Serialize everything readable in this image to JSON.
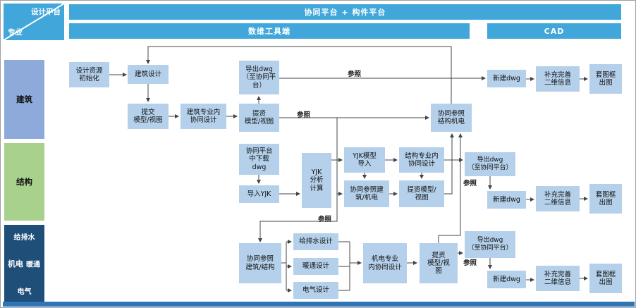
{
  "colors": {
    "header_blue": "#41A7DB",
    "box_blue": "#B4D0EA",
    "arch_rail_blue": "#8EAADB",
    "struct_rail_green": "#A9D18E",
    "mep_rail_navy": "#1F4E79",
    "footer_blue": "#2E75B6"
  },
  "header": {
    "corner_top": "设计平台",
    "corner_bottom": "专业",
    "platform_bar": "协同平台 + 构件平台",
    "tool_bar": "数维工具端",
    "cad_bar": "CAD"
  },
  "rails": {
    "arch": "建筑",
    "struct": "结构",
    "mep": {
      "label": "机电",
      "subs": [
        "给排水",
        "暖通",
        "电气"
      ]
    }
  },
  "ref_label": "参照",
  "arch": {
    "init": "设计资源\n初始化",
    "design": "建筑设计",
    "submit": "提交\n模型/视图",
    "collab": "建筑专业内\n协同设计",
    "tizi": "提资\n模型/视图",
    "export_dwg": "导出dwg\n（至协同平\n台）",
    "co_ref": "协同参照\n结构机电",
    "new_dwg": "新建dwg",
    "supplement": "补充完善\n二维信息",
    "frame_out": "套图框\n出图"
  },
  "struct": {
    "download": "协同平台\n中下载\ndwg",
    "import_yjk": "导入YJK",
    "yjk_calc": "YJK\n分析\n计算",
    "yjk_import": "YJK模型\n导入",
    "co_ref": "协同参照建\n筑/机电",
    "collab": "结构专业内\n协同设计",
    "tizi": "提资模型/\n视图",
    "export_dwg": "导出dwg\n（至协同平台）",
    "new_dwg": "新建dwg",
    "supplement": "补充完善\n二维信息",
    "frame_out": "套图框\n出图"
  },
  "mep": {
    "co_ref": "协同参照\n建筑/结构",
    "plumbing": "给排水设计",
    "hvac": "暖通设计",
    "electric": "电气设计",
    "collab": "机电专业\n内协同设计",
    "tizi": "提资\n模型/视\n图",
    "export_dwg": "导出dwg\n（至协同平台）",
    "new_dwg": "新建dwg",
    "supplement": "补充完善\n二维信息",
    "frame_out": "套图框\n出图"
  }
}
